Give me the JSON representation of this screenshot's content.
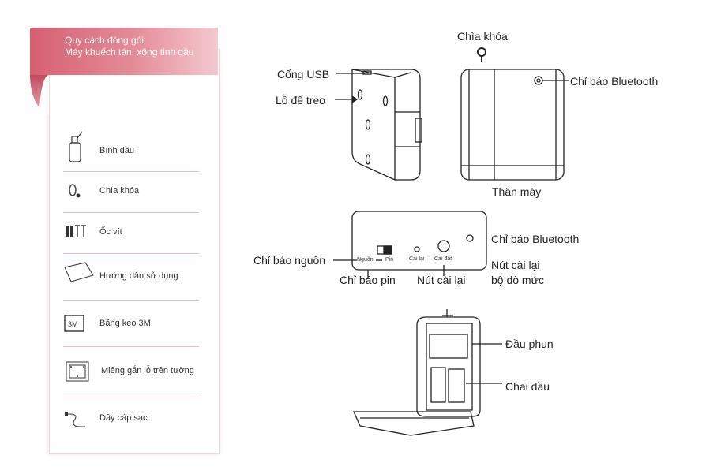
{
  "packing": {
    "title_line1": "Quy cách đóng gói",
    "title_line2": "Máy khuếch tán, xông tinh dầu",
    "items": [
      {
        "label": "Bình dầu",
        "icon": "oil-bottle-icon"
      },
      {
        "label": "Chìa khóa",
        "icon": "key-icon"
      },
      {
        "label": "Ốc vít",
        "icon": "screws-icon"
      },
      {
        "label": "Hướng dẫn sử dụng",
        "icon": "manual-icon"
      },
      {
        "label": "Băng keo 3M",
        "icon": "tape-icon"
      },
      {
        "label": "Miếng gắn lỗ trên tường",
        "icon": "wall-mount-icon"
      },
      {
        "label": "Dây cáp sạc",
        "icon": "cable-icon"
      }
    ],
    "tape_icon_text": "3M"
  },
  "diagram": {
    "key_label": "Chìa khóa",
    "usb_port": "Cổng USB",
    "hanging_hole": "Lỗ để treo",
    "bluetooth_indicator_top": "Chỉ báo Bluetooth",
    "body": "Thân máy",
    "bluetooth_indicator_panel": "Chỉ báo Bluetooth",
    "power_indicator": "Chỉ báo nguồn",
    "level_reset_line1": "Nút cài lại",
    "level_reset_line2": "bộ dò mức",
    "battery_indicator": "Chỉ báo pin",
    "reset_button": "Nút cài lại",
    "nozzle": "Đầu phun",
    "oil_bottle": "Chai dầu",
    "panel_power": "Nguồn",
    "panel_battery": "Pin",
    "panel_reset": "Cài lại",
    "panel_setup": "Cài đặt"
  }
}
